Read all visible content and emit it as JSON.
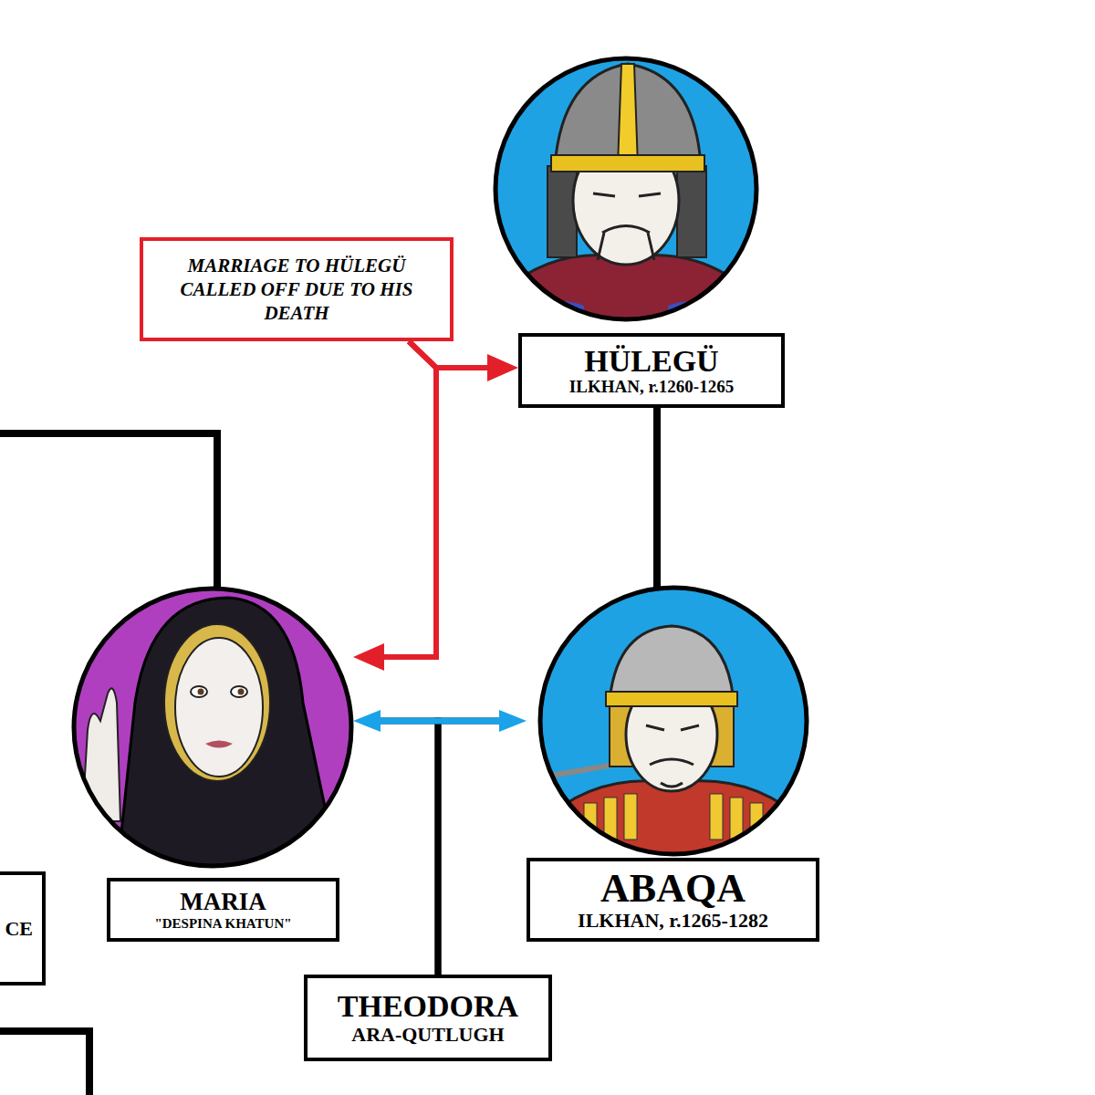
{
  "diagram": {
    "nodes": [
      {
        "text": [
          "MARRIAGE TO HÜLEGÜ CALLED OFF DUE TO HIS DEATH"
        ]
      },
      {
        "text": [
          "HÜLEGÜ",
          "ILKHAN, r.1260-1265"
        ]
      },
      {
        "text": [
          "CE"
        ]
      },
      {
        "text": [
          "MARIA",
          "\"DESPINA KHATUN\""
        ]
      },
      {
        "text": [
          "ABAQA",
          "ILKHAN, r.1265-1282"
        ]
      },
      {
        "text": [
          "THEODORA",
          "ARA-QUTLUGH"
        ]
      }
    ],
    "edges": [
      {
        "from": 1,
        "to": 4,
        "arrow": "none"
      },
      {
        "from": 0,
        "to": 1,
        "arrow": "to"
      },
      {
        "from": 0,
        "to": 3,
        "arrow": "to"
      },
      {
        "from": 3,
        "to": 4,
        "arrow": "both"
      },
      {
        "from": 3,
        "to": 5,
        "arrow": "none"
      },
      {
        "from": 4,
        "to": 5,
        "arrow": "none"
      }
    ]
  }
}
